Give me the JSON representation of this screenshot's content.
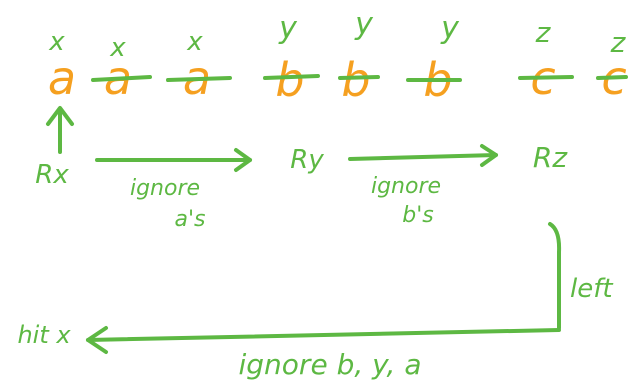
{
  "colors": {
    "green": "#5db843",
    "orange": "#f5a020",
    "background": "#ffffff"
  },
  "sequence": [
    {
      "tag": "x",
      "char": "a",
      "struck": false
    },
    {
      "tag": "x",
      "char": "a",
      "struck": true
    },
    {
      "tag": "x",
      "char": "a",
      "struck": true
    },
    {
      "tag": "y",
      "char": "b",
      "struck": true
    },
    {
      "tag": "y",
      "char": "b",
      "struck": true
    },
    {
      "tag": "y",
      "char": "b",
      "struck": true
    },
    {
      "tag": "z",
      "char": "c",
      "struck": true
    },
    {
      "tag": "z",
      "char": "c",
      "struck": true
    }
  ],
  "states": {
    "rx": "Rx",
    "ry": "Ry",
    "rz": "Rz"
  },
  "labels": {
    "ignore_a_line1": "ignore",
    "ignore_a_line2": "a's",
    "ignore_b_line1": "ignore",
    "ignore_b_line2": "b's",
    "left": "left",
    "hit_x": "hit x",
    "ignore_bya": "ignore b, y, a"
  }
}
